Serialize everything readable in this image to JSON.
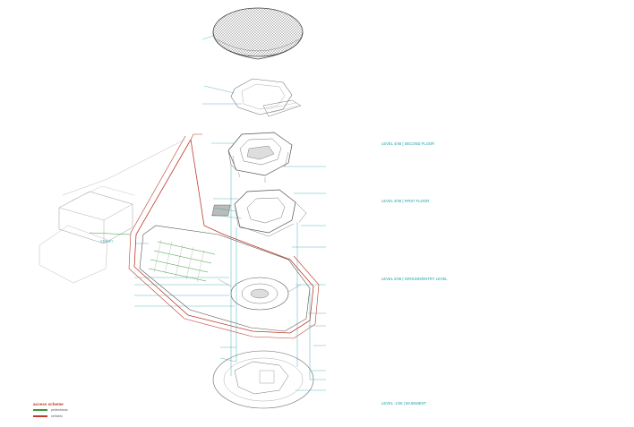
{
  "colors": {
    "linework": "#888888",
    "leader": "#1aa0a8",
    "pedestrian": "#3a9a3a",
    "vehicles": "#c0392b"
  },
  "legend": {
    "title": "access scheme",
    "items": [
      {
        "label": "pedestrians",
        "color": "#3a9a3a"
      },
      {
        "label": "vehicles",
        "color": "#c0392b"
      }
    ]
  },
  "levels": [
    "LEVEL 4/46 | SECOND FLOOR",
    "LEVEL 3/46 | FIRST FLOOR",
    "LEVEL 2/46 | GROUND/ENTRY LEVEL",
    "LEVEL -1/46 | BASEMENT"
  ],
  "site_label": "STREET"
}
